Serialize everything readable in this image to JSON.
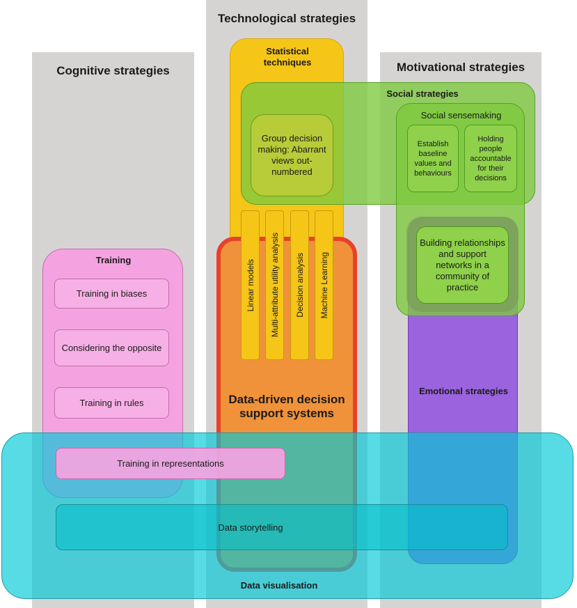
{
  "columns": {
    "cognitive": "Cognitive strategies",
    "technological": "Technological strategies",
    "motivational": "Motivational strategies"
  },
  "statistical": {
    "title": "Statistical techniques",
    "techniques": [
      "Linear models",
      "Multi-attribute utility analysis",
      "Decision analysis",
      "Machine Learning"
    ]
  },
  "social": {
    "title": "Social strategies",
    "group_decision": "Group decision making: Abarrant views out-numbered",
    "sensemaking_title": "Social sensemaking",
    "baseline": "Establish baseline values and behaviours",
    "accountable": "Holding people accountable for their decisions",
    "relationships": "Building relationships and support networks in a community of practice"
  },
  "training": {
    "title": "Training",
    "items": [
      "Training in biases",
      "Considering the opposite",
      "Training in rules"
    ],
    "representations": "Training in representations"
  },
  "ddss": "Data-driven decision support systems",
  "emotional": "Emotional strategies",
  "storytelling": "Data storytelling",
  "visualisation": "Data visualisation",
  "colors": {
    "column": "#d6d4d3",
    "statistical": "#f5c518",
    "social": "#7ec93e",
    "ddss_fill": "#f0923a",
    "ddss_border": "#e8412a",
    "training": "#f5a3e0",
    "emotional": "#9b63dd",
    "visualisation": "#2ed3dc"
  }
}
